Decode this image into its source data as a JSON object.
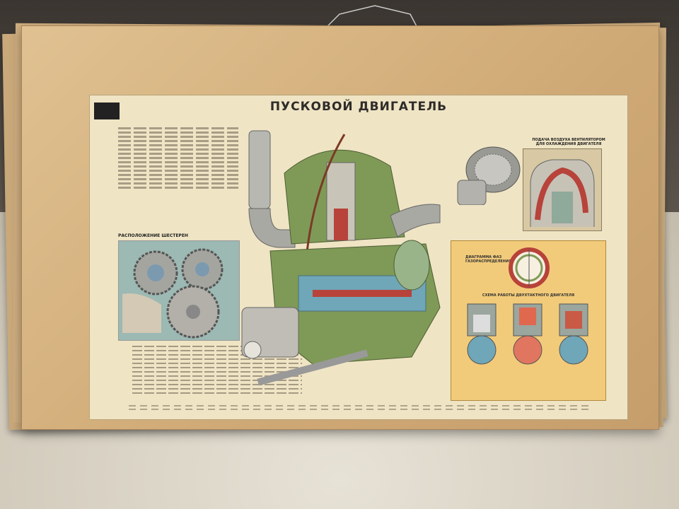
{
  "poster": {
    "title": "ПУСКОВОЙ ДВИГАТЕЛЬ",
    "gears_title": "РАСПОЛОЖЕНИЕ ШЕСТЕРЕН",
    "air_title": "ПОДАЧА ВОЗДУХА ВЕНТИЛЯТОРОМ ДЛЯ ОХЛАЖДЕНИЯ ДВИГАТЕЛЯ",
    "phase_title": "ДИАГРАММА ФАЗ ГАЗОРАСПРЕДЕЛЕНИЯ",
    "cycle_title": "СХЕМА РАБОТЫ ДВУХТАКТНОГО ДВИГАТЕЛЯ"
  },
  "colors": {
    "poster_paper": "#efe4c4",
    "board": "#cfa975",
    "engine_green": "#7f9a57",
    "engine_red": "#b7433a",
    "engine_blue": "#6fa6b8",
    "phase_box": "#f2cb7a"
  }
}
